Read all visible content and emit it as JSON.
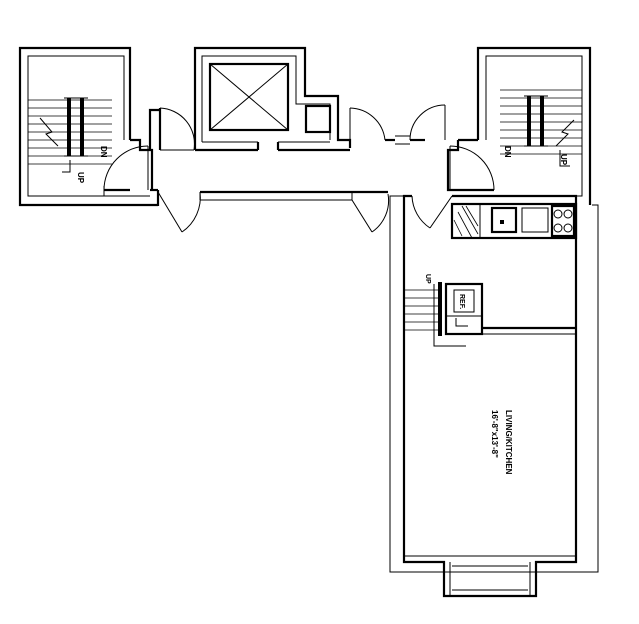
{
  "plan": {
    "room": {
      "name": "LIVING/KITCHEN",
      "size": "16'-8\"x13'-8\""
    },
    "refrigerator": "REF.",
    "stair_left": {
      "up": "UP",
      "down": "DN"
    },
    "stair_right": {
      "up": "UP",
      "down": "DN"
    },
    "stair_unit": {
      "up": "UP"
    }
  }
}
